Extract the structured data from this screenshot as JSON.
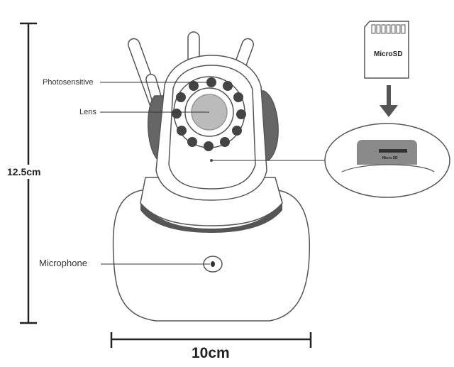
{
  "labels": {
    "photosensitive": "Photosensitive",
    "lens": "Lens",
    "microphone": "Microphone"
  },
  "dimensions": {
    "height": "12.5cm",
    "width": "10cm"
  },
  "card": {
    "label": "MicroSD",
    "slot_label": "Micro SD"
  },
  "colors": {
    "outline": "#555555",
    "lens_fill": "#bbbbbb",
    "ir_led": "#444444",
    "band": "#555555",
    "side_pad": "#666666",
    "slot": "#8a8a8a",
    "card_fill": "#ffffff"
  },
  "icons": {
    "arrow": "arrow-down-icon",
    "card": "microsd-card-icon"
  }
}
